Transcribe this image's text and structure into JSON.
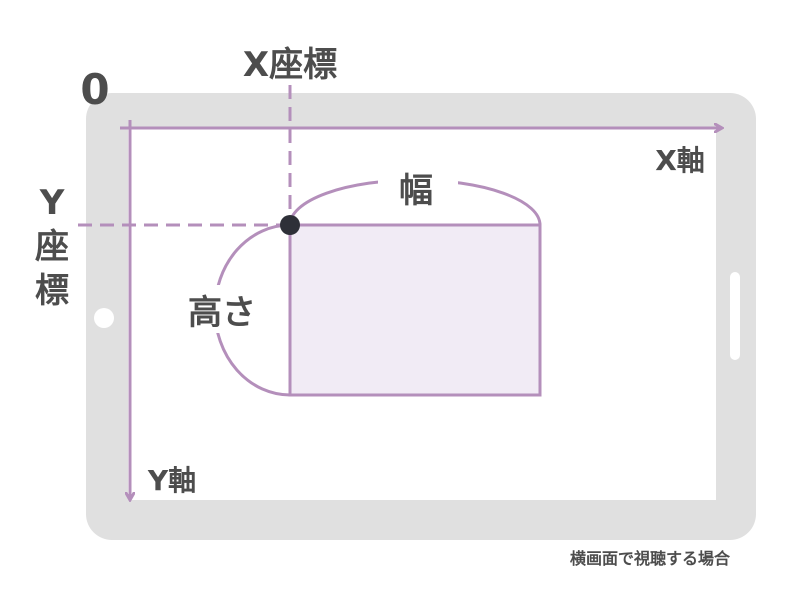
{
  "labels": {
    "origin": "0",
    "x_coordinate": "X座標",
    "y_coordinate_chars": [
      "Y",
      "座",
      "標"
    ],
    "x_axis": "X軸",
    "y_axis": "Y軸",
    "width": "幅",
    "height": "高さ",
    "caption": "横画面で視聴する場合"
  },
  "colors": {
    "device": "#e0e0e0",
    "axis": "#b48fbb",
    "rect_fill": "#f1ebf5",
    "point": "#2e3038",
    "text": "#4d4d4d"
  }
}
